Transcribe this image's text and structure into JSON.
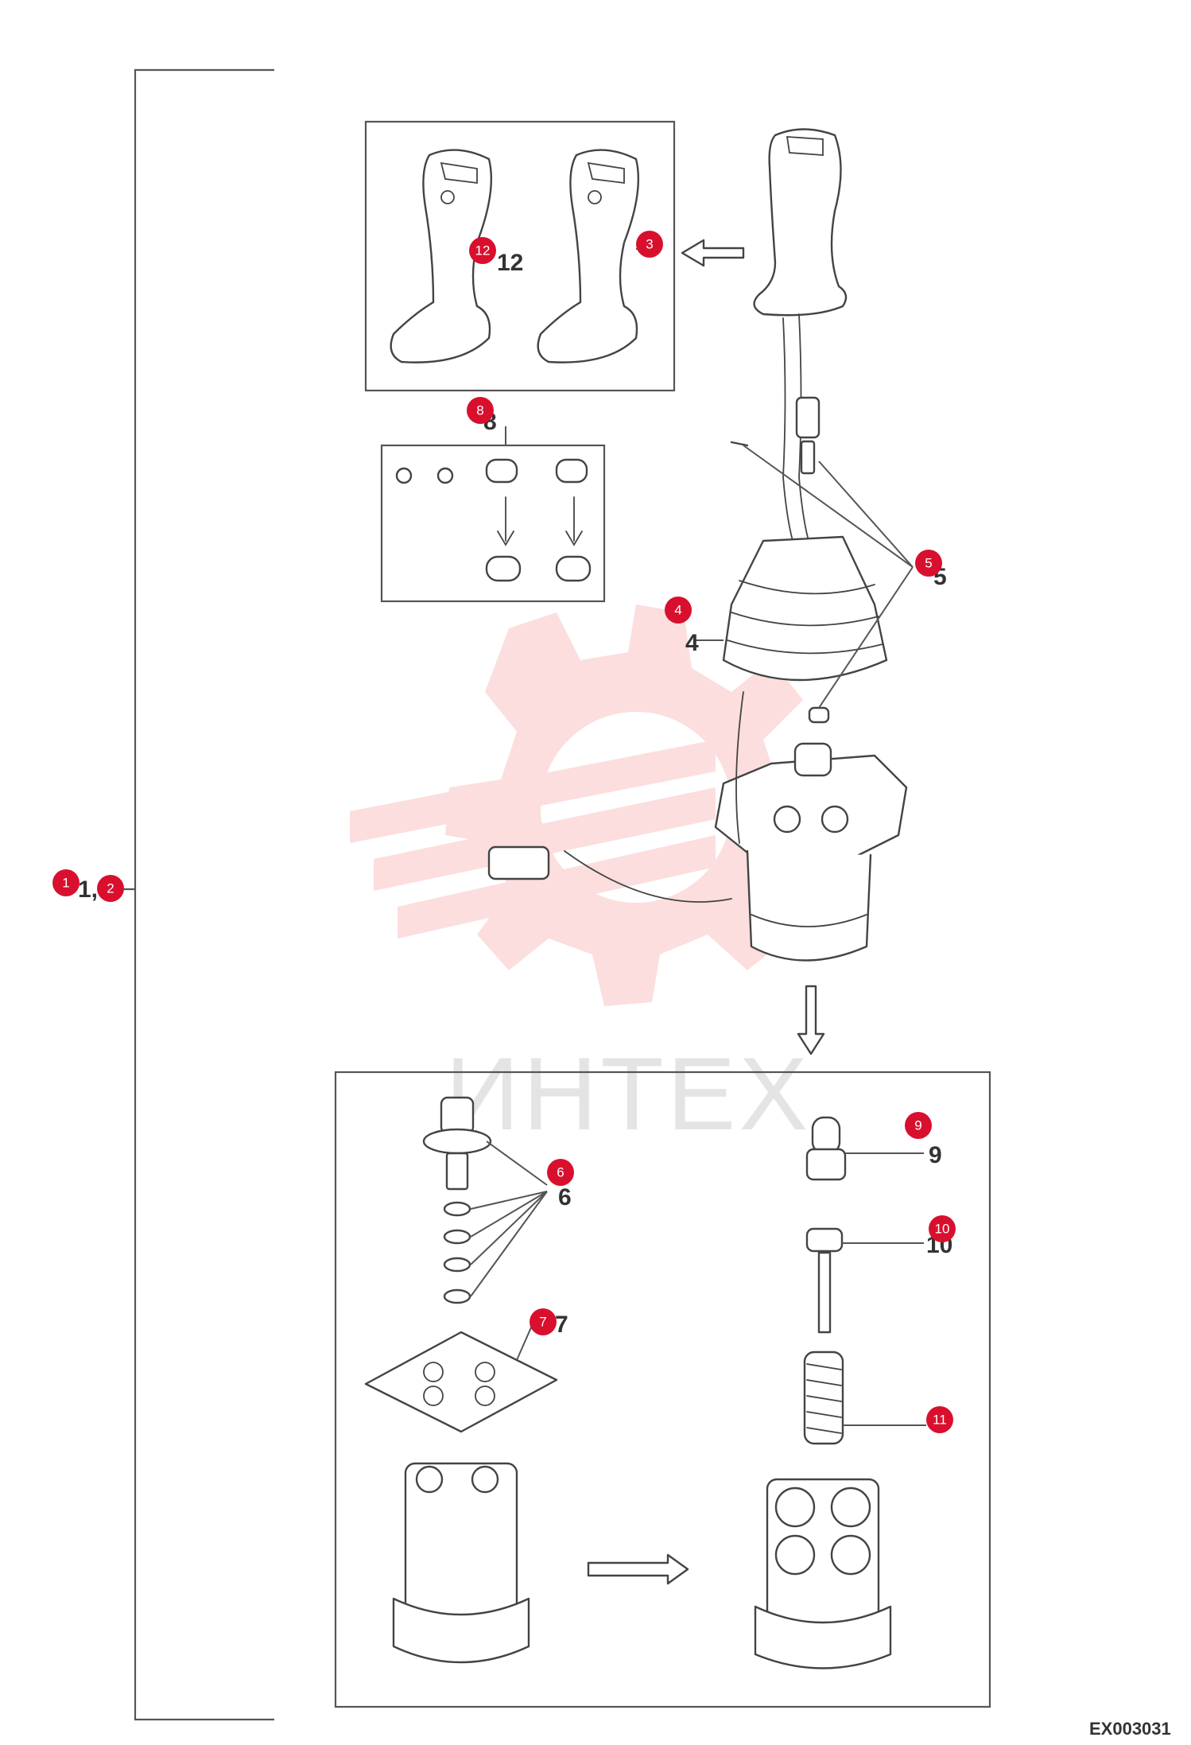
{
  "watermark": {
    "text": "ИНТЕХ",
    "color": "#f26b6b"
  },
  "drawing_code": "EX003031",
  "accent_color": "#d8102e",
  "labels": [
    {
      "id": "1",
      "num": "1, 2"
    },
    {
      "id": "3",
      "num": ""
    },
    {
      "id": "4",
      "num": "4"
    },
    {
      "id": "5",
      "num": "5"
    },
    {
      "id": "6",
      "num": "6"
    },
    {
      "id": "7",
      "num": "7"
    },
    {
      "id": "8",
      "num": "8"
    },
    {
      "id": "9",
      "num": "9"
    },
    {
      "id": "10",
      "num": "10"
    },
    {
      "id": "11",
      "num": ""
    },
    {
      "id": "12",
      "num": "12"
    }
  ],
  "badges": [
    "1",
    "2",
    "3",
    "4",
    "5",
    "6",
    "7",
    "8",
    "9",
    "10",
    "11",
    "12"
  ]
}
